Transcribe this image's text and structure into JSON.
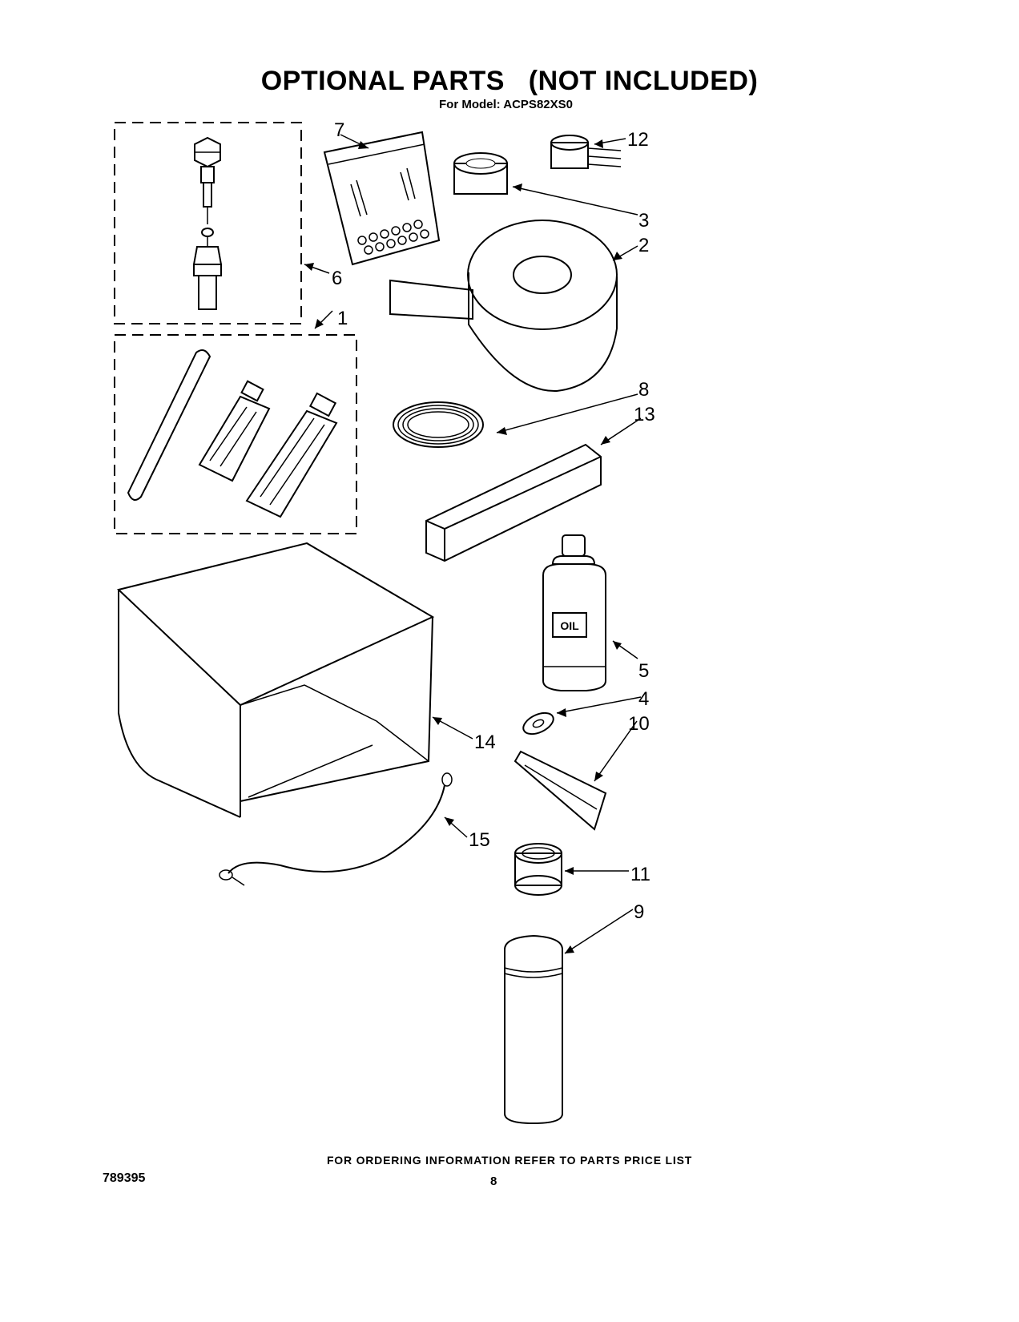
{
  "header": {
    "title": "OPTIONAL PARTS   (NOT INCLUDED)",
    "model_line": "For Model: ACPS82XS0"
  },
  "callouts": [
    {
      "id": "c1",
      "label": "1"
    },
    {
      "id": "c2",
      "label": "2"
    },
    {
      "id": "c3",
      "label": "3"
    },
    {
      "id": "c4",
      "label": "4"
    },
    {
      "id": "c5",
      "label": "5"
    },
    {
      "id": "c6",
      "label": "6"
    },
    {
      "id": "c7",
      "label": "7"
    },
    {
      "id": "c8",
      "label": "8"
    },
    {
      "id": "c9",
      "label": "9"
    },
    {
      "id": "c10",
      "label": "10"
    },
    {
      "id": "c11",
      "label": "11"
    },
    {
      "id": "c12",
      "label": "12"
    },
    {
      "id": "c13",
      "label": "13"
    },
    {
      "id": "c14",
      "label": "14"
    },
    {
      "id": "c15",
      "label": "15"
    }
  ],
  "part_labels": {
    "oil_bottle": "OIL"
  },
  "footer": {
    "ordering_note": "FOR ORDERING INFORMATION REFER TO PARTS PRICE LIST",
    "document_number": "789395",
    "page_number": "8"
  }
}
